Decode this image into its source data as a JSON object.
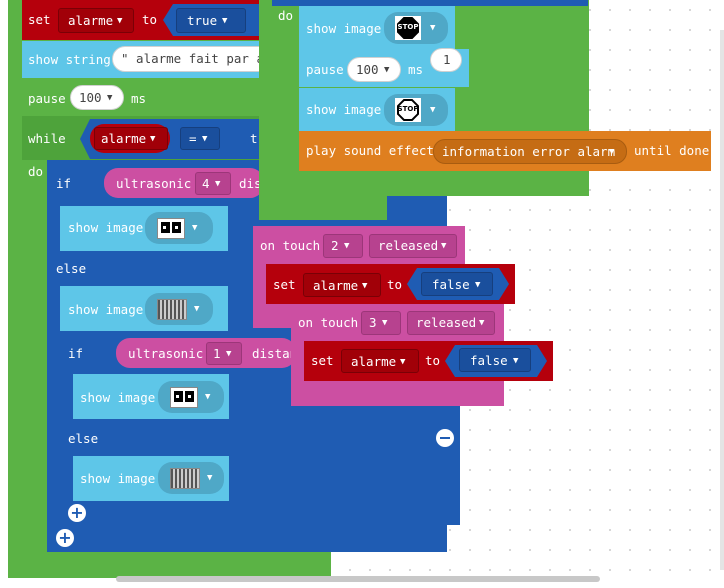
{
  "colors": {
    "green": "#5bb345",
    "red": "#b5000c",
    "blue": "#1f5cb3",
    "light_blue": "#5ec6e8",
    "pink": "#cc4fa2",
    "orange": "#df7f1f"
  },
  "left_stack": {
    "set_kw": "set",
    "set_var": "alarme",
    "set_to": "to",
    "set_value": "true",
    "show_string_kw": "show string",
    "show_string_value": "\" alarme fait par ant",
    "pause_kw": "pause",
    "pause_value": "100",
    "pause_unit": "ms",
    "while_kw": "while",
    "while_var": "alarme",
    "while_op": "=",
    "while_value": "tr",
    "do_kw": "do",
    "if1_kw": "if",
    "if1_sensor": "ultrasonic",
    "if1_port": "4",
    "if1_prop": "dis",
    "show_image_kw": "show image",
    "else_kw": "else",
    "if2_kw": "if",
    "if2_sensor": "ultrasonic",
    "if2_port": "1",
    "if2_prop": "distan",
    "else2_kw": "else"
  },
  "right_stack": {
    "do_kw": "do",
    "show_image_kw": "show image",
    "stop_text": "STOP",
    "pause_kw": "pause",
    "pause_value": "100",
    "pause_unit": "ms",
    "repeat_value": "1",
    "play_kw": "play sound effect",
    "sound_value": "information error alarm",
    "until_kw": "until done"
  },
  "touch2": {
    "on_touch_kw": "on touch",
    "port": "2",
    "state": "released",
    "set_kw": "set",
    "var": "alarme",
    "to_kw": "to",
    "value": "false"
  },
  "touch3": {
    "on_touch_kw": "on touch",
    "port": "3",
    "state": "released",
    "set_kw": "set",
    "var": "alarme",
    "to_kw": "to",
    "value": "false"
  },
  "icons": {
    "dropdown": "chevron-down-icon",
    "add": "plus-circle-icon",
    "remove": "minus-circle-icon",
    "stop_sign": "stop-sign-icon",
    "eyes": "eyes-image-icon",
    "static": "static-image-icon"
  }
}
